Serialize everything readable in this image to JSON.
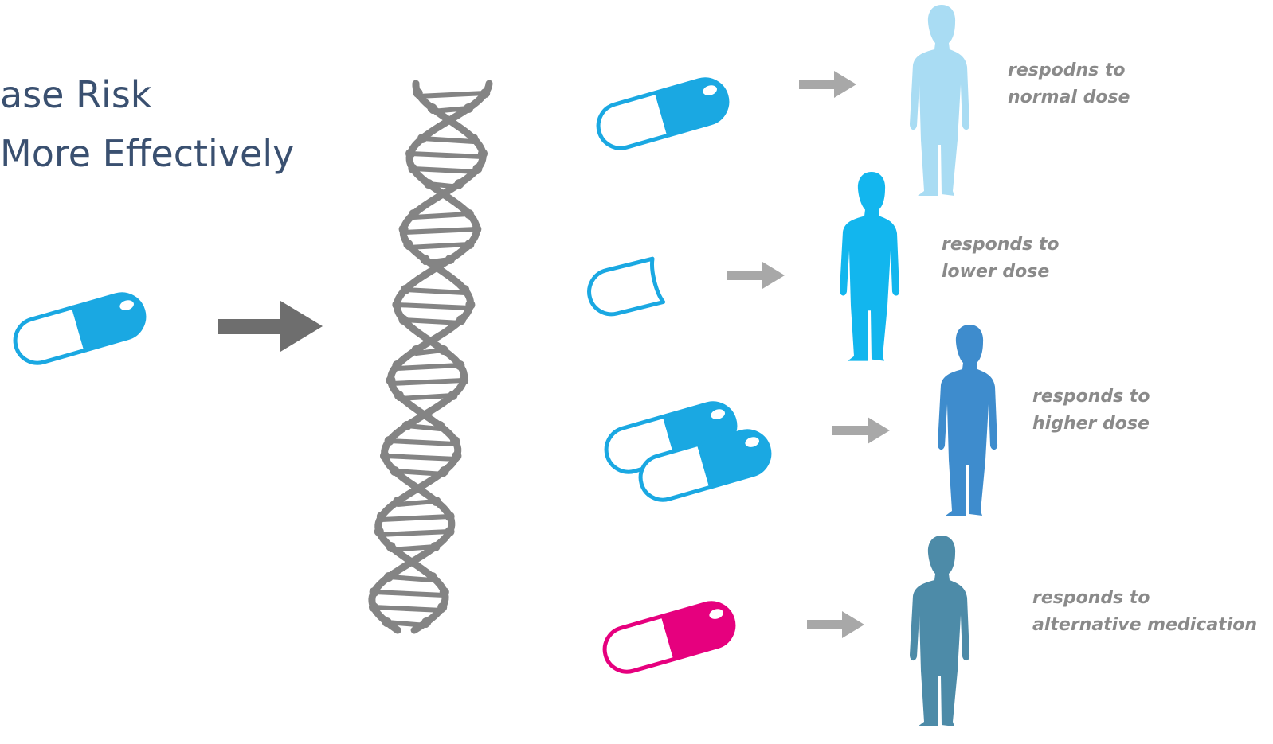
{
  "title": {
    "line1": "ase Risk",
    "line2": " More Effectively"
  },
  "colors": {
    "cyan": "#1aa8e2",
    "magenta": "#e6007e",
    "dna": "#848484",
    "arrow_dark": "#6e6e6e",
    "arrow_light": "#a8a8a8",
    "person_normal": "#a9dcf3",
    "person_lower": "#12b6ee",
    "person_higher": "#3e8ccd",
    "person_alternative": "#4d8ba8",
    "label_text": "#8a8a8a"
  },
  "rows": [
    {
      "pill": "full-capsule",
      "pill_color": "cyan",
      "person_color": "#a9dcf3",
      "label_line1": "respodns to",
      "label_line2": "normal dose"
    },
    {
      "pill": "half-capsule",
      "pill_color": "cyan",
      "person_color": "#12b6ee",
      "label_line1": "responds to",
      "label_line2": "lower dose"
    },
    {
      "pill": "double-capsule",
      "pill_color": "cyan",
      "person_color": "#3e8ccd",
      "label_line1": "responds to",
      "label_line2": "higher dose"
    },
    {
      "pill": "full-capsule",
      "pill_color": "magenta",
      "person_color": "#4d8ba8",
      "label_line1": "responds to",
      "label_line2": "alternative medication"
    }
  ]
}
